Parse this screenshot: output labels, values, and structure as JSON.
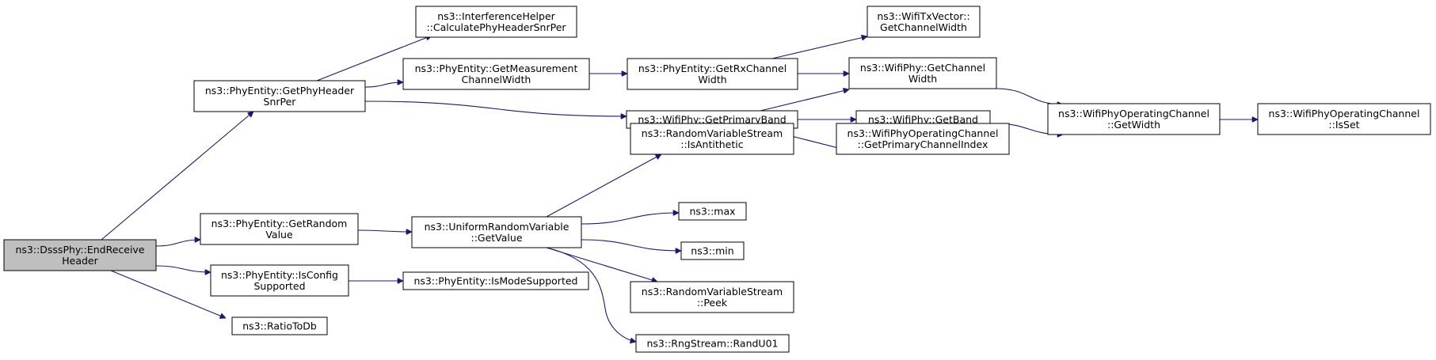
{
  "colors": {
    "edge": "#191970",
    "root_fill": "#bfbfbf",
    "node_fill": "#ffffff",
    "node_stroke": "#000000"
  },
  "nodes": [
    {
      "id": "endreceive",
      "lines": [
        "ns3::DsssPhy::EndReceive",
        "Header"
      ],
      "root": true
    },
    {
      "id": "getphyheadersnrper",
      "lines": [
        "ns3::PhyEntity::GetPhyHeader",
        "SnrPer"
      ]
    },
    {
      "id": "getrandomvalue",
      "lines": [
        "ns3::PhyEntity::GetRandom",
        "Value"
      ]
    },
    {
      "id": "isconfigsupported",
      "lines": [
        "ns3::PhyEntity::IsConfig",
        "Supported"
      ]
    },
    {
      "id": "ratiotodb",
      "lines": [
        "ns3::RatioToDb"
      ]
    },
    {
      "id": "calculatephyheadersnrper",
      "lines": [
        "ns3::InterferenceHelper",
        "::CalculatePhyHeaderSnrPer"
      ]
    },
    {
      "id": "getmeasurementchannelwidth",
      "lines": [
        "ns3::PhyEntity::GetMeasurement",
        "ChannelWidth"
      ]
    },
    {
      "id": "uniformgetvalue",
      "lines": [
        "ns3::UniformRandomVariable",
        "::GetValue"
      ]
    },
    {
      "id": "ismodesupported",
      "lines": [
        "ns3::PhyEntity::IsModeSupported"
      ]
    },
    {
      "id": "getrxchannelwidth",
      "lines": [
        "ns3::PhyEntity::GetRxChannel",
        "Width"
      ]
    },
    {
      "id": "getprimaryband",
      "lines": [
        "ns3::WifiPhy::GetPrimaryBand"
      ]
    },
    {
      "id": "isantithetic",
      "lines": [
        "ns3::RandomVariableStream",
        "::IsAntithetic"
      ]
    },
    {
      "id": "max",
      "lines": [
        "ns3::max"
      ]
    },
    {
      "id": "min",
      "lines": [
        "ns3::min"
      ]
    },
    {
      "id": "peek",
      "lines": [
        "ns3::RandomVariableStream",
        "::Peek"
      ]
    },
    {
      "id": "randu01",
      "lines": [
        "ns3::RngStream::RandU01"
      ]
    },
    {
      "id": "txvectorgetchannelwidth",
      "lines": [
        "ns3::WifiTxVector::",
        "GetChannelWidth"
      ]
    },
    {
      "id": "wifiphygetchannelwidth",
      "lines": [
        "ns3::WifiPhy::GetChannel",
        "Width"
      ]
    },
    {
      "id": "getband",
      "lines": [
        "ns3::WifiPhy::GetBand"
      ]
    },
    {
      "id": "getprimarychannelindex",
      "lines": [
        "ns3::WifiPhyOperatingChannel",
        "::GetPrimaryChannelIndex"
      ]
    },
    {
      "id": "getwidth",
      "lines": [
        "ns3::WifiPhyOperatingChannel",
        "::GetWidth"
      ]
    },
    {
      "id": "isset",
      "lines": [
        "ns3::WifiPhyOperatingChannel",
        "::IsSet"
      ]
    }
  ],
  "edges": [
    [
      "endreceive",
      "getphyheadersnrper"
    ],
    [
      "endreceive",
      "getrandomvalue"
    ],
    [
      "endreceive",
      "isconfigsupported"
    ],
    [
      "endreceive",
      "ratiotodb"
    ],
    [
      "getphyheadersnrper",
      "calculatephyheadersnrper"
    ],
    [
      "getphyheadersnrper",
      "getmeasurementchannelwidth"
    ],
    [
      "getphyheadersnrper",
      "getprimaryband"
    ],
    [
      "getmeasurementchannelwidth",
      "getrxchannelwidth"
    ],
    [
      "getrxchannelwidth",
      "txvectorgetchannelwidth"
    ],
    [
      "getrxchannelwidth",
      "wifiphygetchannelwidth"
    ],
    [
      "getprimaryband",
      "wifiphygetchannelwidth"
    ],
    [
      "getprimaryband",
      "getband"
    ],
    [
      "getprimaryband",
      "getprimarychannelindex"
    ],
    [
      "wifiphygetchannelwidth",
      "getwidth"
    ],
    [
      "getprimarychannelindex",
      "getwidth"
    ],
    [
      "getwidth",
      "isset"
    ],
    [
      "getrandomvalue",
      "uniformgetvalue"
    ],
    [
      "uniformgetvalue",
      "isantithetic"
    ],
    [
      "uniformgetvalue",
      "max"
    ],
    [
      "uniformgetvalue",
      "min"
    ],
    [
      "uniformgetvalue",
      "peek"
    ],
    [
      "uniformgetvalue",
      "randu01"
    ],
    [
      "isconfigsupported",
      "ismodesupported"
    ]
  ]
}
